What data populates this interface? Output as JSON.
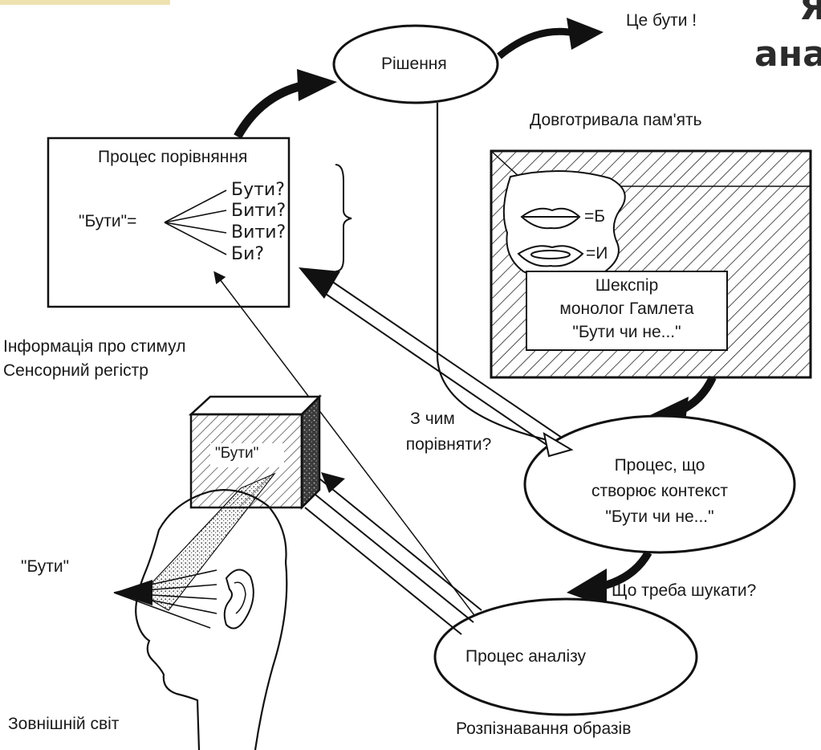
{
  "slide_title": {
    "line1": "Я",
    "line2": "ана"
  },
  "nodes": {
    "decision": "Рішення",
    "to_be_output": "Це бути !",
    "ltm_label": "Довготривала пам'ять",
    "comparison_title": "Процес порівняння",
    "comparison_input": "\"Бути\"=",
    "candidates": [
      "Бути?",
      "Бити?",
      "Вити?",
      "Би?"
    ],
    "lip_b": "=Б",
    "lip_i": "=И",
    "shakespeare": [
      "Шекспір",
      "монолог Гамлета",
      "\"Бути чи не...\""
    ],
    "stimulus_info": [
      "Інформація про стимул",
      "Сенсорний регістр"
    ],
    "sensory_word": "\"Бути\"",
    "compare_with": [
      "З чим",
      "порівняти?"
    ],
    "context_process": [
      "Процес, що",
      "створює контекст",
      "\"Бути чи не...\""
    ],
    "spoken_word": "\"Бути\"",
    "what_to_search": "Що треба шукати?",
    "analysis_process": "Процес аналізу",
    "external_world": "Зовнішній світ",
    "pattern_recognition": "Розпізнавання образів"
  }
}
